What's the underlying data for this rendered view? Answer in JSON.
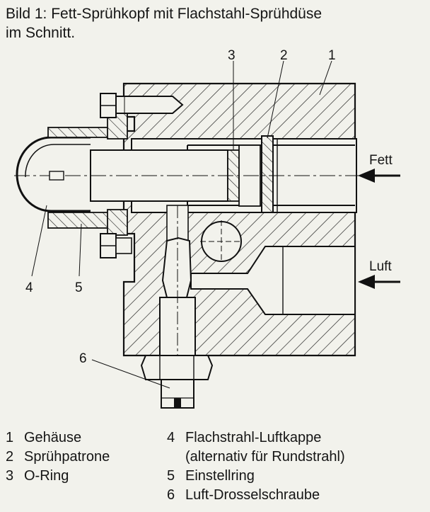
{
  "caption": {
    "line1": "Bild 1: Fett-Sprühkopf mit Flachstahl-Sprühdüse",
    "line2": "im Schnitt."
  },
  "diagram": {
    "callouts": [
      "3",
      "2",
      "1",
      "4",
      "5",
      "6"
    ],
    "arrows": {
      "fett": "Fett",
      "luft": "Luft"
    }
  },
  "legend": {
    "left": [
      {
        "num": "1",
        "label": "Gehäuse"
      },
      {
        "num": "2",
        "label": "Sprühpatrone"
      },
      {
        "num": "3",
        "label": "O-Ring"
      }
    ],
    "right": [
      {
        "num": "4",
        "label": "Flachstrahl-Luftkappe",
        "label2": "(alternativ für Rundstrahl)"
      },
      {
        "num": "5",
        "label": "Einstellring"
      },
      {
        "num": "6",
        "label": "Luft-Drosselschraube"
      }
    ]
  }
}
